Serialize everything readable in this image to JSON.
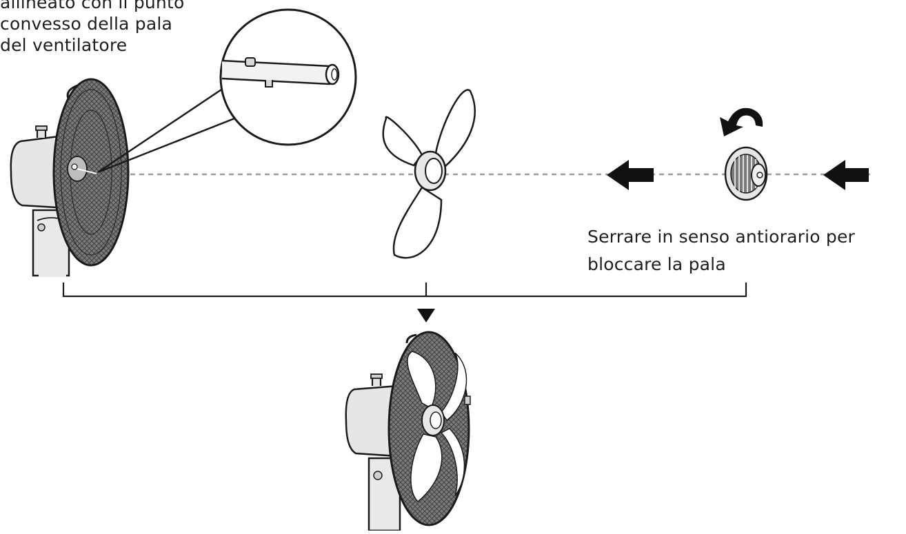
{
  "captions": {
    "left": [
      "",
      "allineato con il punto",
      "convesso della pala",
      "del ventilatore"
    ],
    "right": [
      "Serrare in senso antiorario per",
      "bloccare la pala"
    ]
  },
  "colors": {
    "line": "#1a1a1a",
    "guard_fill": "#6c6c6c",
    "guard_stroke": "#2a2a2a",
    "motor_fill": "#e6e6e6",
    "axis_dash": "#9a9a9a",
    "arrow": "#111111"
  },
  "icons": {
    "arrows": [
      "arrow-left-icon",
      "arrow-left-icon",
      "rotate-counterclockwise-icon",
      "triangle-down-icon"
    ]
  }
}
